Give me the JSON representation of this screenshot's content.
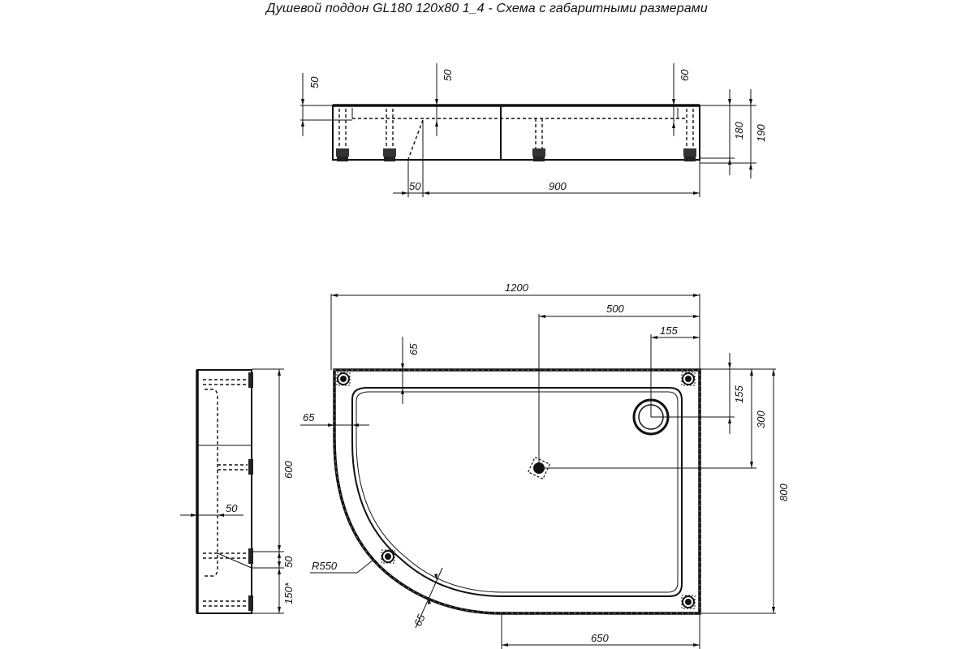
{
  "title": "Душевой поддон GL180 120x80 1_4 - Схема с габаритными размерами",
  "views": {
    "front_view": {
      "dimensions": {
        "left_rim_height": "50",
        "middle_rim_height": "50",
        "right_rim_height": "60",
        "total_height_inner": "180",
        "total_height_outer": "190",
        "slope_offset": "50",
        "drain_span": "900"
      }
    },
    "side_view": {
      "dimensions": {
        "length": "600",
        "wall": "50",
        "leg_offset": "50",
        "end_offset": "150*"
      }
    },
    "top_view": {
      "dimensions": {
        "width": "1200",
        "drain_x": "500",
        "overflow_x": "155",
        "top_rim": "65",
        "left_rim": "65",
        "overflow_y": "155",
        "drain_y": "300",
        "depth": "800",
        "radius": "R550",
        "arc_rim": "65",
        "straight_edge": "650"
      }
    }
  }
}
